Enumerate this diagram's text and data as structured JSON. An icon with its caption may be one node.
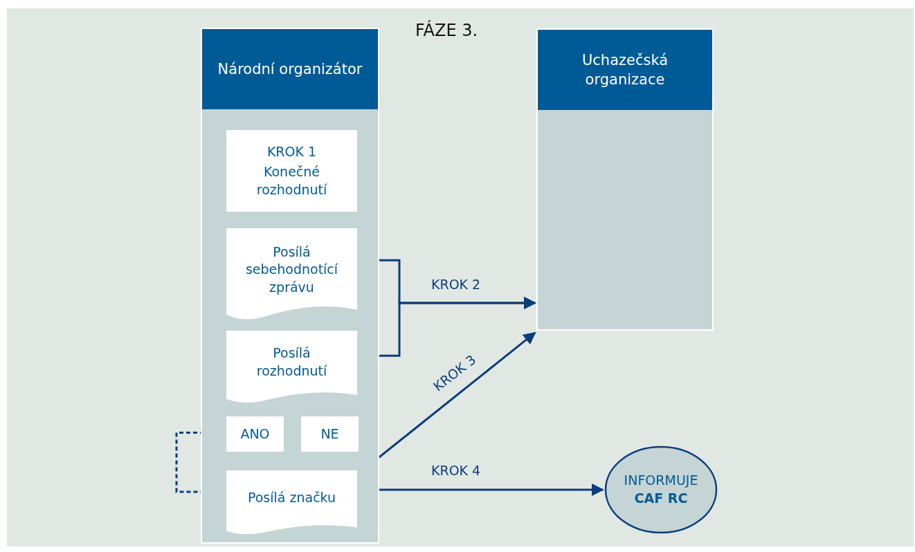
{
  "diagram": {
    "title": "FÁZE 3.",
    "nodes": [
      {
        "text": [
          "Národní organizátor"
        ]
      },
      {
        "text": [
          "KROK 1",
          "Konečné rozhodnutí"
        ],
        "in": 0
      },
      {
        "text": [
          "Posílá sebehodnotící zprávu"
        ],
        "in": 0
      },
      {
        "text": [
          "Posílá rozhodnutí"
        ],
        "in": 0
      },
      {
        "text": [
          "ANO"
        ],
        "in": 0
      },
      {
        "text": [
          "NE"
        ],
        "in": 0
      },
      {
        "text": [
          "Posílá značku"
        ],
        "in": 0
      },
      {
        "text": [
          "Uchazečská organizace"
        ]
      },
      {
        "text": [
          "INFORMUJE",
          "CAF RC"
        ]
      }
    ],
    "edges": [
      {
        "from": 2,
        "to": 7,
        "arrow": "to",
        "label": "KROK 2"
      },
      {
        "from": 3,
        "to": 7,
        "arrow": "to"
      },
      {
        "from": 6,
        "to": 7,
        "arrow": "to",
        "label": "KROK 3"
      },
      {
        "from": 6,
        "to": 8,
        "arrow": "to",
        "label": "KROK 4"
      },
      {
        "from": 4,
        "to": 6,
        "arrow": "none",
        "style": "dashed"
      }
    ]
  }
}
